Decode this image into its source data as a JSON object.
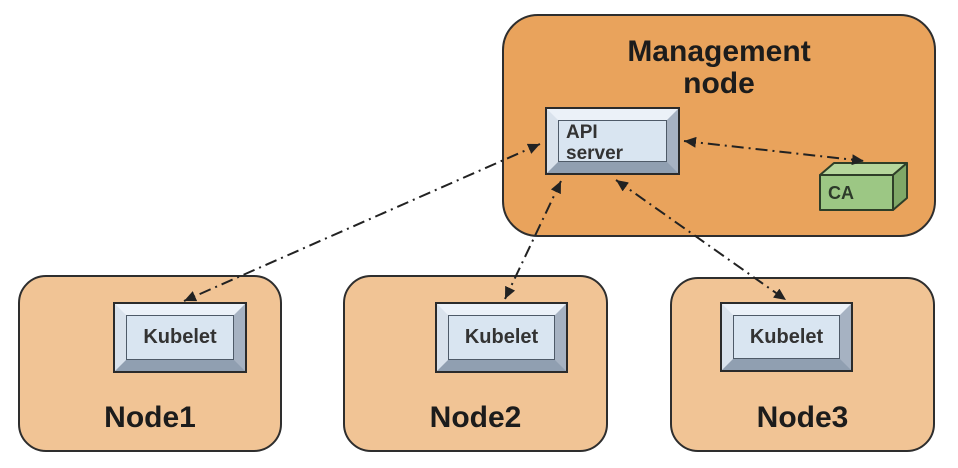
{
  "management_node": {
    "label": "Management\nnode",
    "api_server_label": "API\nserver",
    "ca_label": "CA"
  },
  "worker_nodes": [
    {
      "label": "Node1",
      "component_label": "Kubelet"
    },
    {
      "label": "Node2",
      "component_label": "Kubelet"
    },
    {
      "label": "Node3",
      "component_label": "Kubelet"
    }
  ],
  "connections": [
    {
      "from": "API server",
      "to": "Kubelet (Node1)",
      "style": "dash-dot",
      "bidirectional": true
    },
    {
      "from": "API server",
      "to": "Kubelet (Node2)",
      "style": "dash-dot",
      "bidirectional": true
    },
    {
      "from": "API server",
      "to": "Kubelet (Node3)",
      "style": "dash-dot",
      "bidirectional": true
    },
    {
      "from": "API server",
      "to": "CA",
      "style": "dash-dot",
      "bidirectional": true
    }
  ],
  "colors": {
    "background": "#FFFFFF",
    "management_node_fill": "#E9A35C",
    "worker_node_fill": "#F1C495",
    "component_face": "#D9E5F1",
    "ca_front": "#9CC784",
    "ca_top": "#B5D69C",
    "ca_side": "#7FA867",
    "outline": "#2E2E2E",
    "arrow": "#222222"
  }
}
